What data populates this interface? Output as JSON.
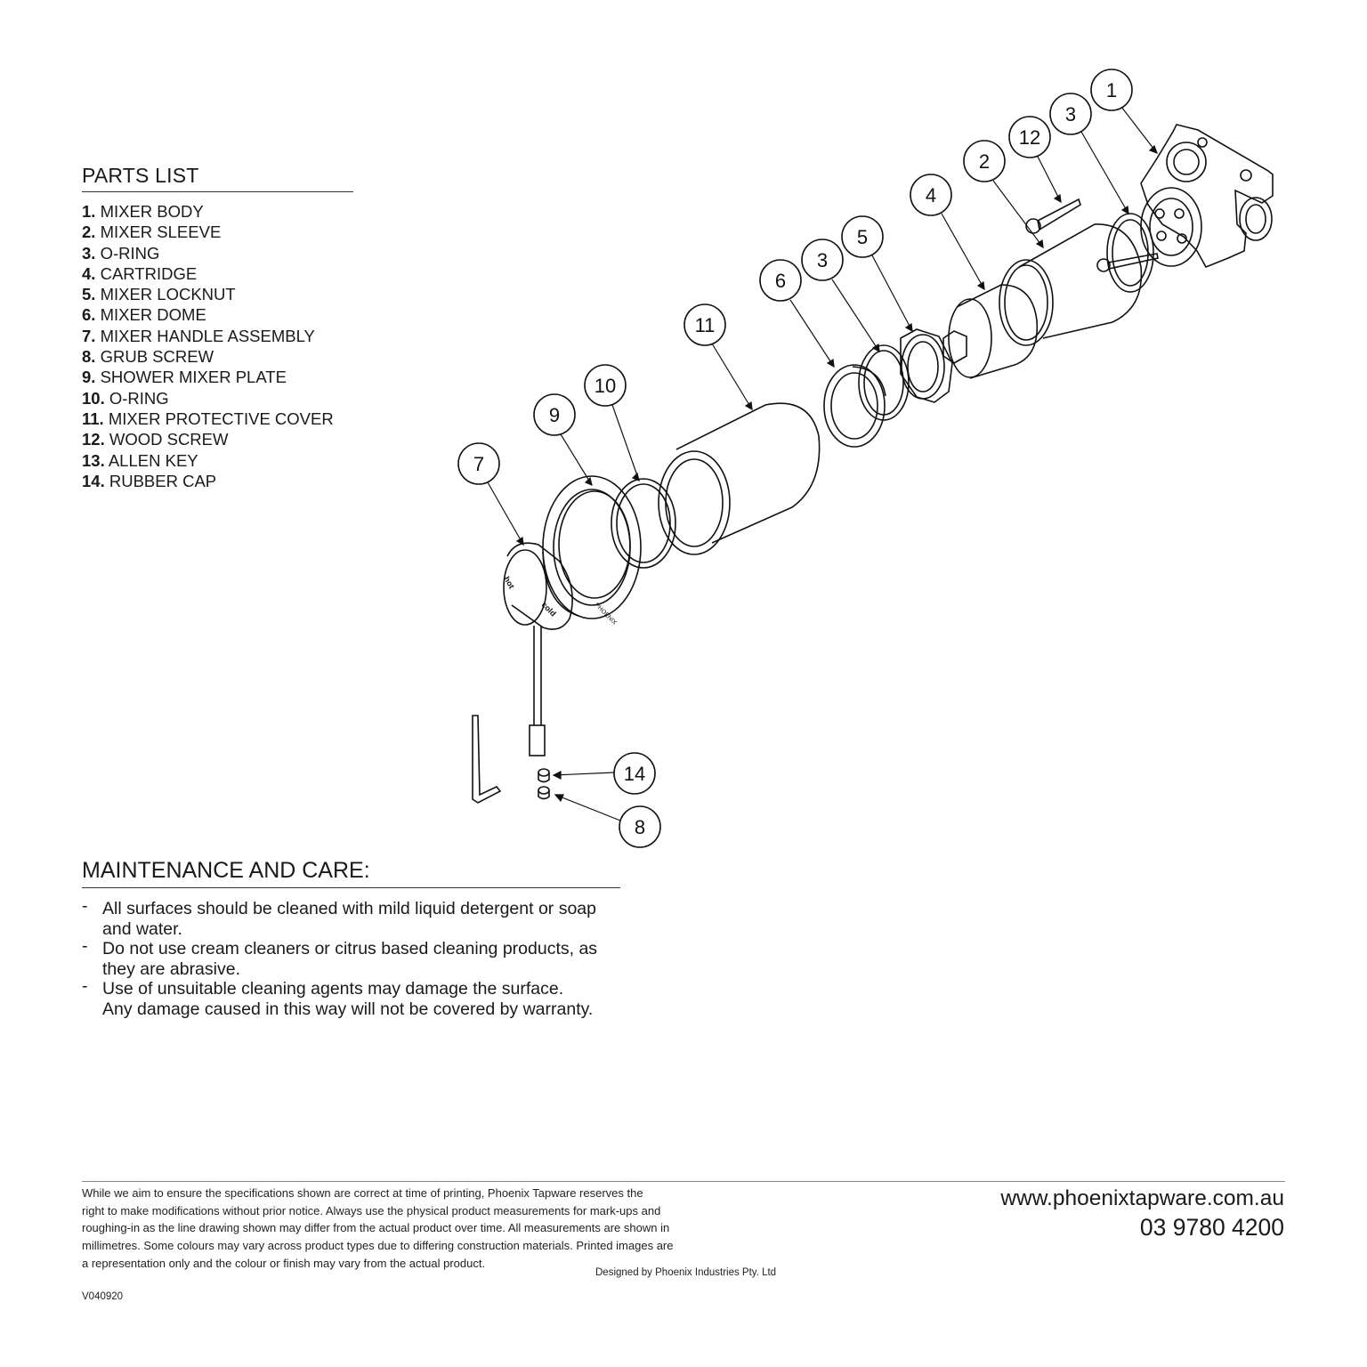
{
  "parts_list": {
    "title": "PARTS LIST",
    "items": [
      {
        "num": "1.",
        "label": "MIXER BODY"
      },
      {
        "num": "2.",
        "label": "MIXER SLEEVE"
      },
      {
        "num": "3.",
        "label": "O-RING"
      },
      {
        "num": "4.",
        "label": "CARTRIDGE"
      },
      {
        "num": "5.",
        "label": "MIXER LOCKNUT"
      },
      {
        "num": "6.",
        "label": "MIXER DOME"
      },
      {
        "num": "7.",
        "label": "MIXER HANDLE ASSEMBLY"
      },
      {
        "num": "8.",
        "label": "GRUB SCREW"
      },
      {
        "num": "9.",
        "label": "SHOWER MIXER PLATE"
      },
      {
        "num": "10.",
        "label": "O-RING"
      },
      {
        "num": "11.",
        "label": "MIXER PROTECTIVE COVER"
      },
      {
        "num": "12.",
        "label": "WOOD SCREW"
      },
      {
        "num": "13.",
        "label": "ALLEN KEY"
      },
      {
        "num": "14.",
        "label": "RUBBER CAP"
      }
    ]
  },
  "maintenance": {
    "title": "MAINTENANCE AND CARE:",
    "bullet_marker": "-",
    "points": [
      {
        "line1": "All surfaces should be cleaned with mild liquid detergent or soap",
        "line2": "and water."
      },
      {
        "line1": "Do not use cream cleaners or citrus based cleaning products, as",
        "line2": "they are abrasive."
      },
      {
        "line1": "Use of unsuitable cleaning agents may damage the surface.",
        "line2": "Any damage caused in this way will not be covered by warranty."
      }
    ]
  },
  "diagram": {
    "callouts": [
      "1",
      "3",
      "12",
      "2",
      "4",
      "5",
      "3",
      "6",
      "11",
      "10",
      "9",
      "7",
      "14",
      "8"
    ],
    "handle_text": {
      "hot": "hot",
      "cold": "cold"
    },
    "plate_brand": "PHOENIX"
  },
  "footer": {
    "disclaimer_lines": [
      "While we aim to ensure the specifications shown are correct at time of printing, Phoenix Tapware reserves the",
      "right to make modifications without prior notice. Always use the physical product measurements for mark-ups and",
      "roughing-in as the line drawing shown may differ from the actual product over time. All measurements are shown in",
      "millimetres.  Some colours may vary across product types due to differing construction materials. Printed images are",
      "a representation only and the colour or finish may vary from the actual product."
    ],
    "designed_by": "Designed by Phoenix Industries Pty. Ltd",
    "version": "V040920",
    "website": "www.phoenixtapware.com.au",
    "phone": "03 9780 4200"
  }
}
